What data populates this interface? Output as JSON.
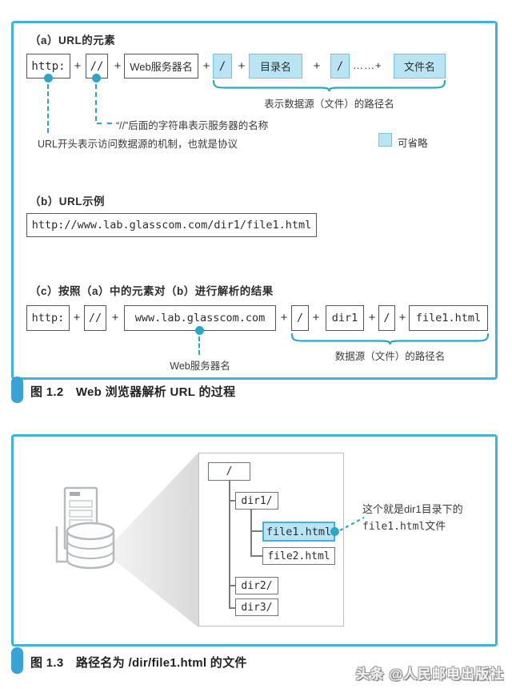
{
  "plus": "+",
  "colors": {
    "panel_border": "#3fb4d7",
    "optional_fill": "#b8e4f3",
    "optional_stroke": "#74c6e0",
    "accent_teal": "#2ba6c6",
    "caption_marker": "#3aa2d4"
  },
  "figure_1_2": {
    "section_a": {
      "heading": "（a）URL的元素",
      "boxes": [
        "http:",
        "//",
        "Web服务器名",
        "/",
        "目录名",
        "/",
        "文件名"
      ],
      "ellipsis_plus": "……+",
      "brace_label": "表示数据源（文件）的路径名",
      "note_server": "“//”后面的字符串表示服务器的名称",
      "note_protocol": "URL开头表示访问数据源的机制，也就是协议",
      "legend_label": "可省略"
    },
    "section_b": {
      "heading": "（b）URL示例",
      "url": "http://www.lab.glasscom.com/dir1/file1.html"
    },
    "section_c": {
      "heading": "（c）按照（a）中的元素对（b）进行解析的结果",
      "boxes": [
        "http:",
        "//",
        "www.lab.glasscom.com",
        "/",
        "dir1",
        "/",
        "file1.html"
      ],
      "server_label": "Web服务器名",
      "brace_label": "数据源（文件）的路径名"
    },
    "caption": "图 1.2　Web 浏览器解析 URL 的过程"
  },
  "figure_1_3": {
    "tree": {
      "root": "/",
      "dir1": "dir1/",
      "file1": "file1.html",
      "file2": "file2.html",
      "dir2": "dir2/",
      "dir3": "dir3/"
    },
    "annotation": {
      "line1": "这个就是dir1目录下的",
      "line2": "file1.html文件"
    },
    "caption": "图 1.3　路径名为 /dir/file1.html 的文件"
  },
  "watermark": "头条 @人民邮电出版社"
}
